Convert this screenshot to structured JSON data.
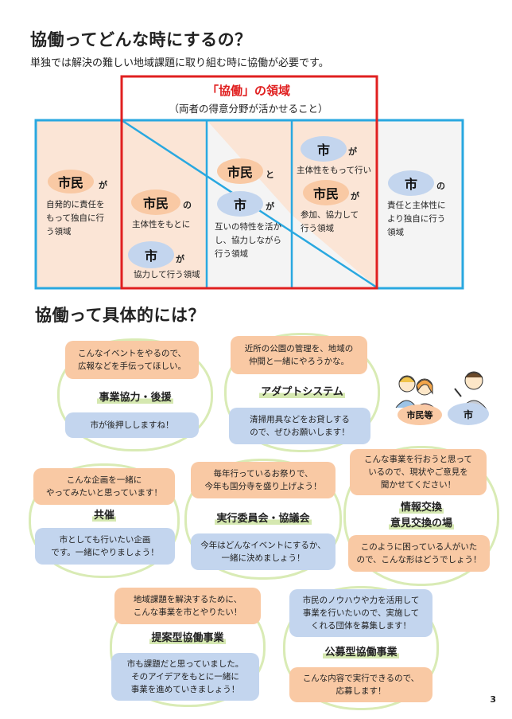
{
  "header": {
    "title1": "協働ってどんな時にするの？",
    "subtitle": "単独では解決の難しい地域課題に取り組む時に協働が必要です。",
    "title2": "協働って具体的には？"
  },
  "diagram": {
    "kyodo_title": "「協働」の領域",
    "kyodo_sub": "（両者の得意分野が活かせること）",
    "col1": {
      "actor": "市民",
      "particle": "が",
      "text": "自発的に責任を\nもって独自に行\nう領域"
    },
    "col2": {
      "actor1": "市民",
      "particle1": "の",
      "text1": "主体性をもとに",
      "actor2": "市",
      "particle2": "が",
      "text2": "協力して行う領域"
    },
    "col3": {
      "actor1": "市民",
      "particle1": "と",
      "actor2": "市",
      "particle2": "が",
      "text": "互いの特性を活か\nし、協力しながら\n行う領域"
    },
    "col4": {
      "actor1": "市",
      "particle1": "が",
      "text1": "主体性をもって行い",
      "actor2": "市民",
      "particle2": "が",
      "text2": "参加、協力して\n行う領域"
    },
    "col5": {
      "actor": "市",
      "particle": "の",
      "text": "責任と主体性に\nより独自に行う\n領域"
    }
  },
  "examples": [
    {
      "label": "事業協力・後援",
      "top": "こんなイベントをやるので、\n広報などを手伝ってほしい。",
      "bottom": "市が後押ししますね！"
    },
    {
      "label": "アダプトシステム",
      "top": "近所の公園の管理を、地域の\n仲間と一緒にやろうかな。",
      "bottom": "清掃用具などをお貸しする\nので、ぜひお願いします！"
    },
    {
      "label": "共催",
      "top": "こんな企画を一緒に\nやってみたいと思っています！",
      "bottom": "市としても行いたい企画\nです。一緒にやりましょう！"
    },
    {
      "label": "実行委員会・協議会",
      "top": "毎年行っているお祭りで、\n今年も国分寺を盛り上げよう！",
      "bottom": "今年はどんなイベントにするか、\n一緒に決めましょう！"
    },
    {
      "label1": "情報交換",
      "label2": "意見交換の場",
      "top": "こんな事業を行おうと思って\nいるので、現状やご意見を\n聞かせてください！",
      "bottom": "このように困っている人がいた\nので、こんな形はどうでしょう！"
    },
    {
      "label": "提案型協働事業",
      "top": "地域課題を解決するために、\nこんな事業を市とやりたい！",
      "bottom": "市も課題だと思っていました。\nそのアイデアをもとに一緒に\n事業を進めていきましょう！"
    },
    {
      "label": "公募型協働事業",
      "top": "市民のノウハウや力を活用して\n事業を行いたいので、実施して\nくれる団体を募集します！",
      "bottom": "こんな内容で実行できるので、\n応募します！"
    }
  ],
  "legend": {
    "citizen": "市民等",
    "city": "市"
  },
  "page_number": "3",
  "colors": {
    "orange": "#f9c9a4",
    "blue": "#c3d5ee",
    "red": "#e02020",
    "cyan": "#29a8e0",
    "green": "#d9ebb5"
  }
}
